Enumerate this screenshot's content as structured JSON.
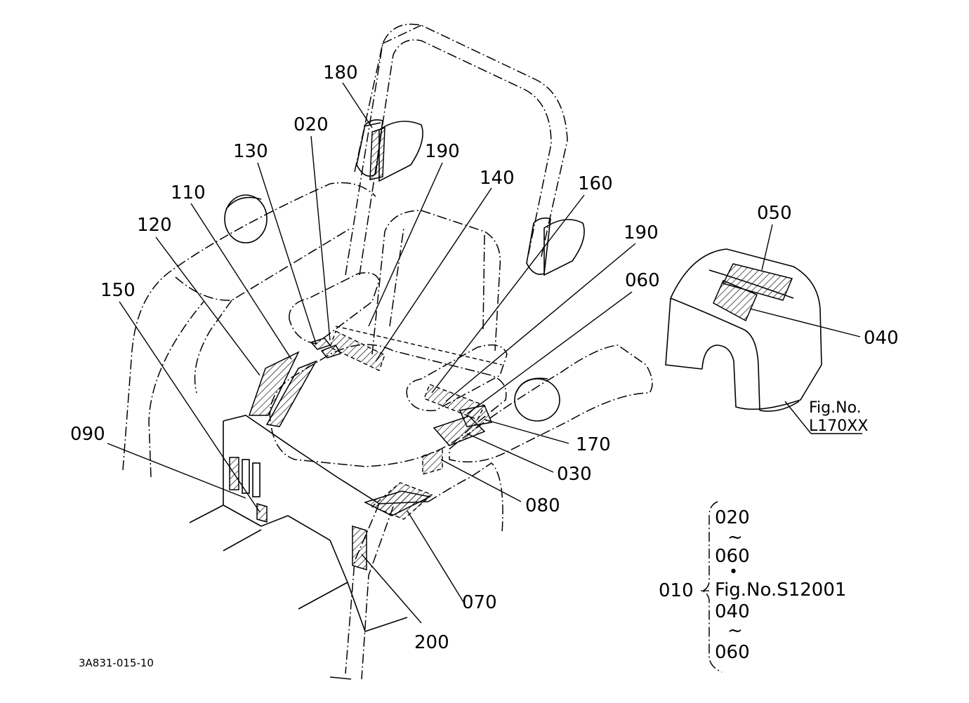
{
  "drawing_number": "3A831-015-10",
  "callouts": {
    "c180": "180",
    "c020": "020",
    "c130": "130",
    "c190a": "190",
    "c140": "140",
    "c160": "160",
    "c110": "110",
    "c120": "120",
    "c190b": "190",
    "c060": "060",
    "c150": "150",
    "c050": "050",
    "c040": "040",
    "c170": "170",
    "c030": "030",
    "c080": "080",
    "c090": "090",
    "c070": "070",
    "c200": "200"
  },
  "fig_ref": {
    "line1": "Fig.No.",
    "line2": "L170XX"
  },
  "assembly": {
    "number": "010",
    "range1_start": "020",
    "range1_end": "060",
    "figure": "Fig.No.S12001",
    "range2_start": "040",
    "range2_end": "060",
    "tilde": "~",
    "dot": "•"
  }
}
